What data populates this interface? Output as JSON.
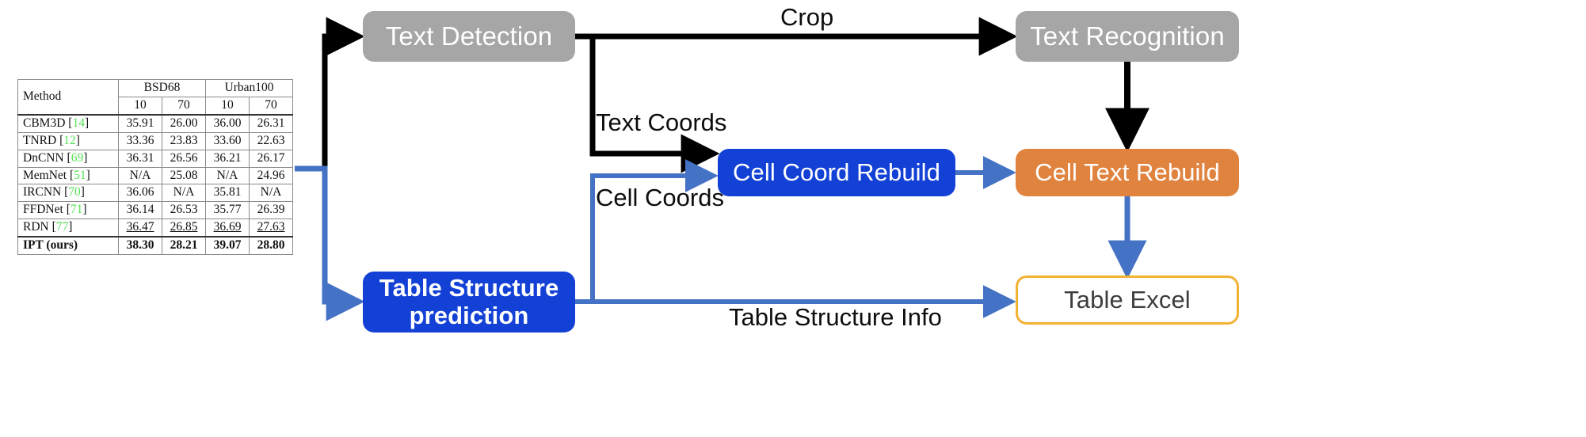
{
  "diagram": {
    "title": "Table recognition pipeline",
    "boxes": [
      {
        "id": "text_detection",
        "label": "Text Detection",
        "color": "#a6a6a6"
      },
      {
        "id": "text_recognition",
        "label": "Text Recognition",
        "color": "#a6a6a6"
      },
      {
        "id": "cell_coord_rebuild",
        "label": "Cell Coord Rebuild",
        "color": "#1341d6"
      },
      {
        "id": "cell_text_rebuild",
        "label": "Cell Text Rebuild",
        "color": "#e0833f"
      },
      {
        "id": "table_structure",
        "label": "Table Structure\nprediction",
        "color": "#1341d6"
      },
      {
        "id": "table_excel",
        "label": "Table Excel",
        "color": "#f2b233"
      }
    ],
    "box_labels": {
      "text_detection": "Text Detection",
      "text_recognition": "Text Recognition",
      "cell_coord_rebuild": "Cell Coord Rebuild",
      "cell_text_rebuild": "Cell Text Rebuild",
      "table_structure_line1": "Table Structure",
      "table_structure_line2": "prediction",
      "table_excel": "Table Excel"
    },
    "edge_labels": {
      "crop": "Crop",
      "text_coords": "Text Coords",
      "cell_coords": "Cell Coords",
      "table_structure_info": "Table Structure Info"
    },
    "colors": {
      "gray_box": "#a6a6a6",
      "blue_box": "#1341d6",
      "orange_box": "#e0833f",
      "excel_border": "#f2b233",
      "black_arrow": "#000000",
      "blue_arrow": "#4472c4",
      "reference_green": "#55e055"
    }
  },
  "paper_table": {
    "caption": "",
    "group_headers": [
      "Method",
      "BSD68",
      "Urban100"
    ],
    "sub_headers": [
      "10",
      "70",
      "10",
      "70"
    ],
    "columns": [
      "Method",
      "BSD68 10",
      "BSD68 70",
      "Urban100 10",
      "Urban100 70"
    ],
    "rows": [
      {
        "method": "CBM3D",
        "ref": "14",
        "values": [
          "35.91",
          "26.00",
          "36.00",
          "26.31"
        ],
        "style": "normal"
      },
      {
        "method": "TNRD",
        "ref": "12",
        "values": [
          "33.36",
          "23.83",
          "33.60",
          "22.63"
        ],
        "style": "normal"
      },
      {
        "method": "DnCNN",
        "ref": "69",
        "values": [
          "36.31",
          "26.56",
          "36.21",
          "26.17"
        ],
        "style": "normal"
      },
      {
        "method": "MemNet",
        "ref": "51",
        "values": [
          "N/A",
          "25.08",
          "N/A",
          "24.96"
        ],
        "style": "normal"
      },
      {
        "method": "IRCNN",
        "ref": "70",
        "values": [
          "36.06",
          "N/A",
          "35.81",
          "N/A"
        ],
        "style": "normal"
      },
      {
        "method": "FFDNet",
        "ref": "71",
        "values": [
          "36.14",
          "26.53",
          "35.77",
          "26.39"
        ],
        "style": "normal"
      },
      {
        "method": "RDN",
        "ref": "77",
        "values": [
          "36.47",
          "26.85",
          "36.69",
          "27.63"
        ],
        "style": "underline"
      },
      {
        "method": "IPT (ours)",
        "ref": "",
        "values": [
          "38.30",
          "28.21",
          "39.07",
          "28.80"
        ],
        "style": "bold"
      }
    ]
  }
}
